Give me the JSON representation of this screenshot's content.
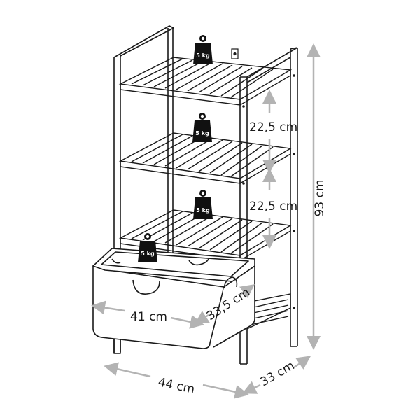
{
  "weights": [
    {
      "label": "5 kg"
    },
    {
      "label": "5 kg"
    },
    {
      "label": "5 kg"
    },
    {
      "label": "5 kg"
    }
  ],
  "dimensions": {
    "height_total": "93 cm",
    "shelf_gap_upper": "22,5 cm",
    "shelf_gap_lower": "22,5 cm",
    "basket_width": "41 cm",
    "basket_depth": "33,5 cm",
    "overall_width": "44 cm",
    "overall_depth": "33 cm"
  },
  "colors": {
    "line": "#1a1a1a",
    "dimension_arrow": "#b3b3b3",
    "weight_fill": "#111111",
    "weight_text": "#ffffff"
  }
}
